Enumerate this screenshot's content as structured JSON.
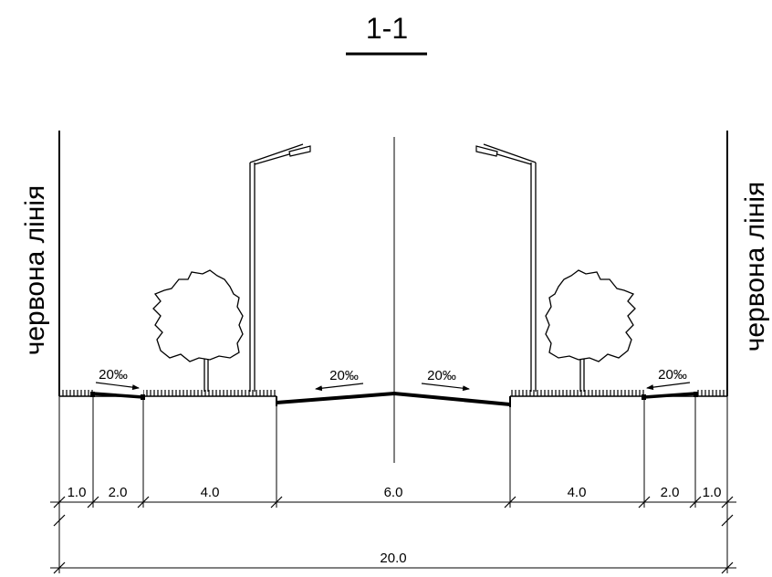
{
  "section": {
    "title": "1-1"
  },
  "red_line_label": "червона лінія",
  "slopes": {
    "left_sidewalk": "20‰",
    "left_carriageway": "20‰",
    "right_carriageway": "20‰",
    "right_sidewalk": "20‰"
  },
  "dimensions": {
    "segments": [
      "1.0",
      "2.0",
      "4.0",
      "6.0",
      "4.0",
      "2.0",
      "1.0"
    ],
    "total": "20.0"
  }
}
